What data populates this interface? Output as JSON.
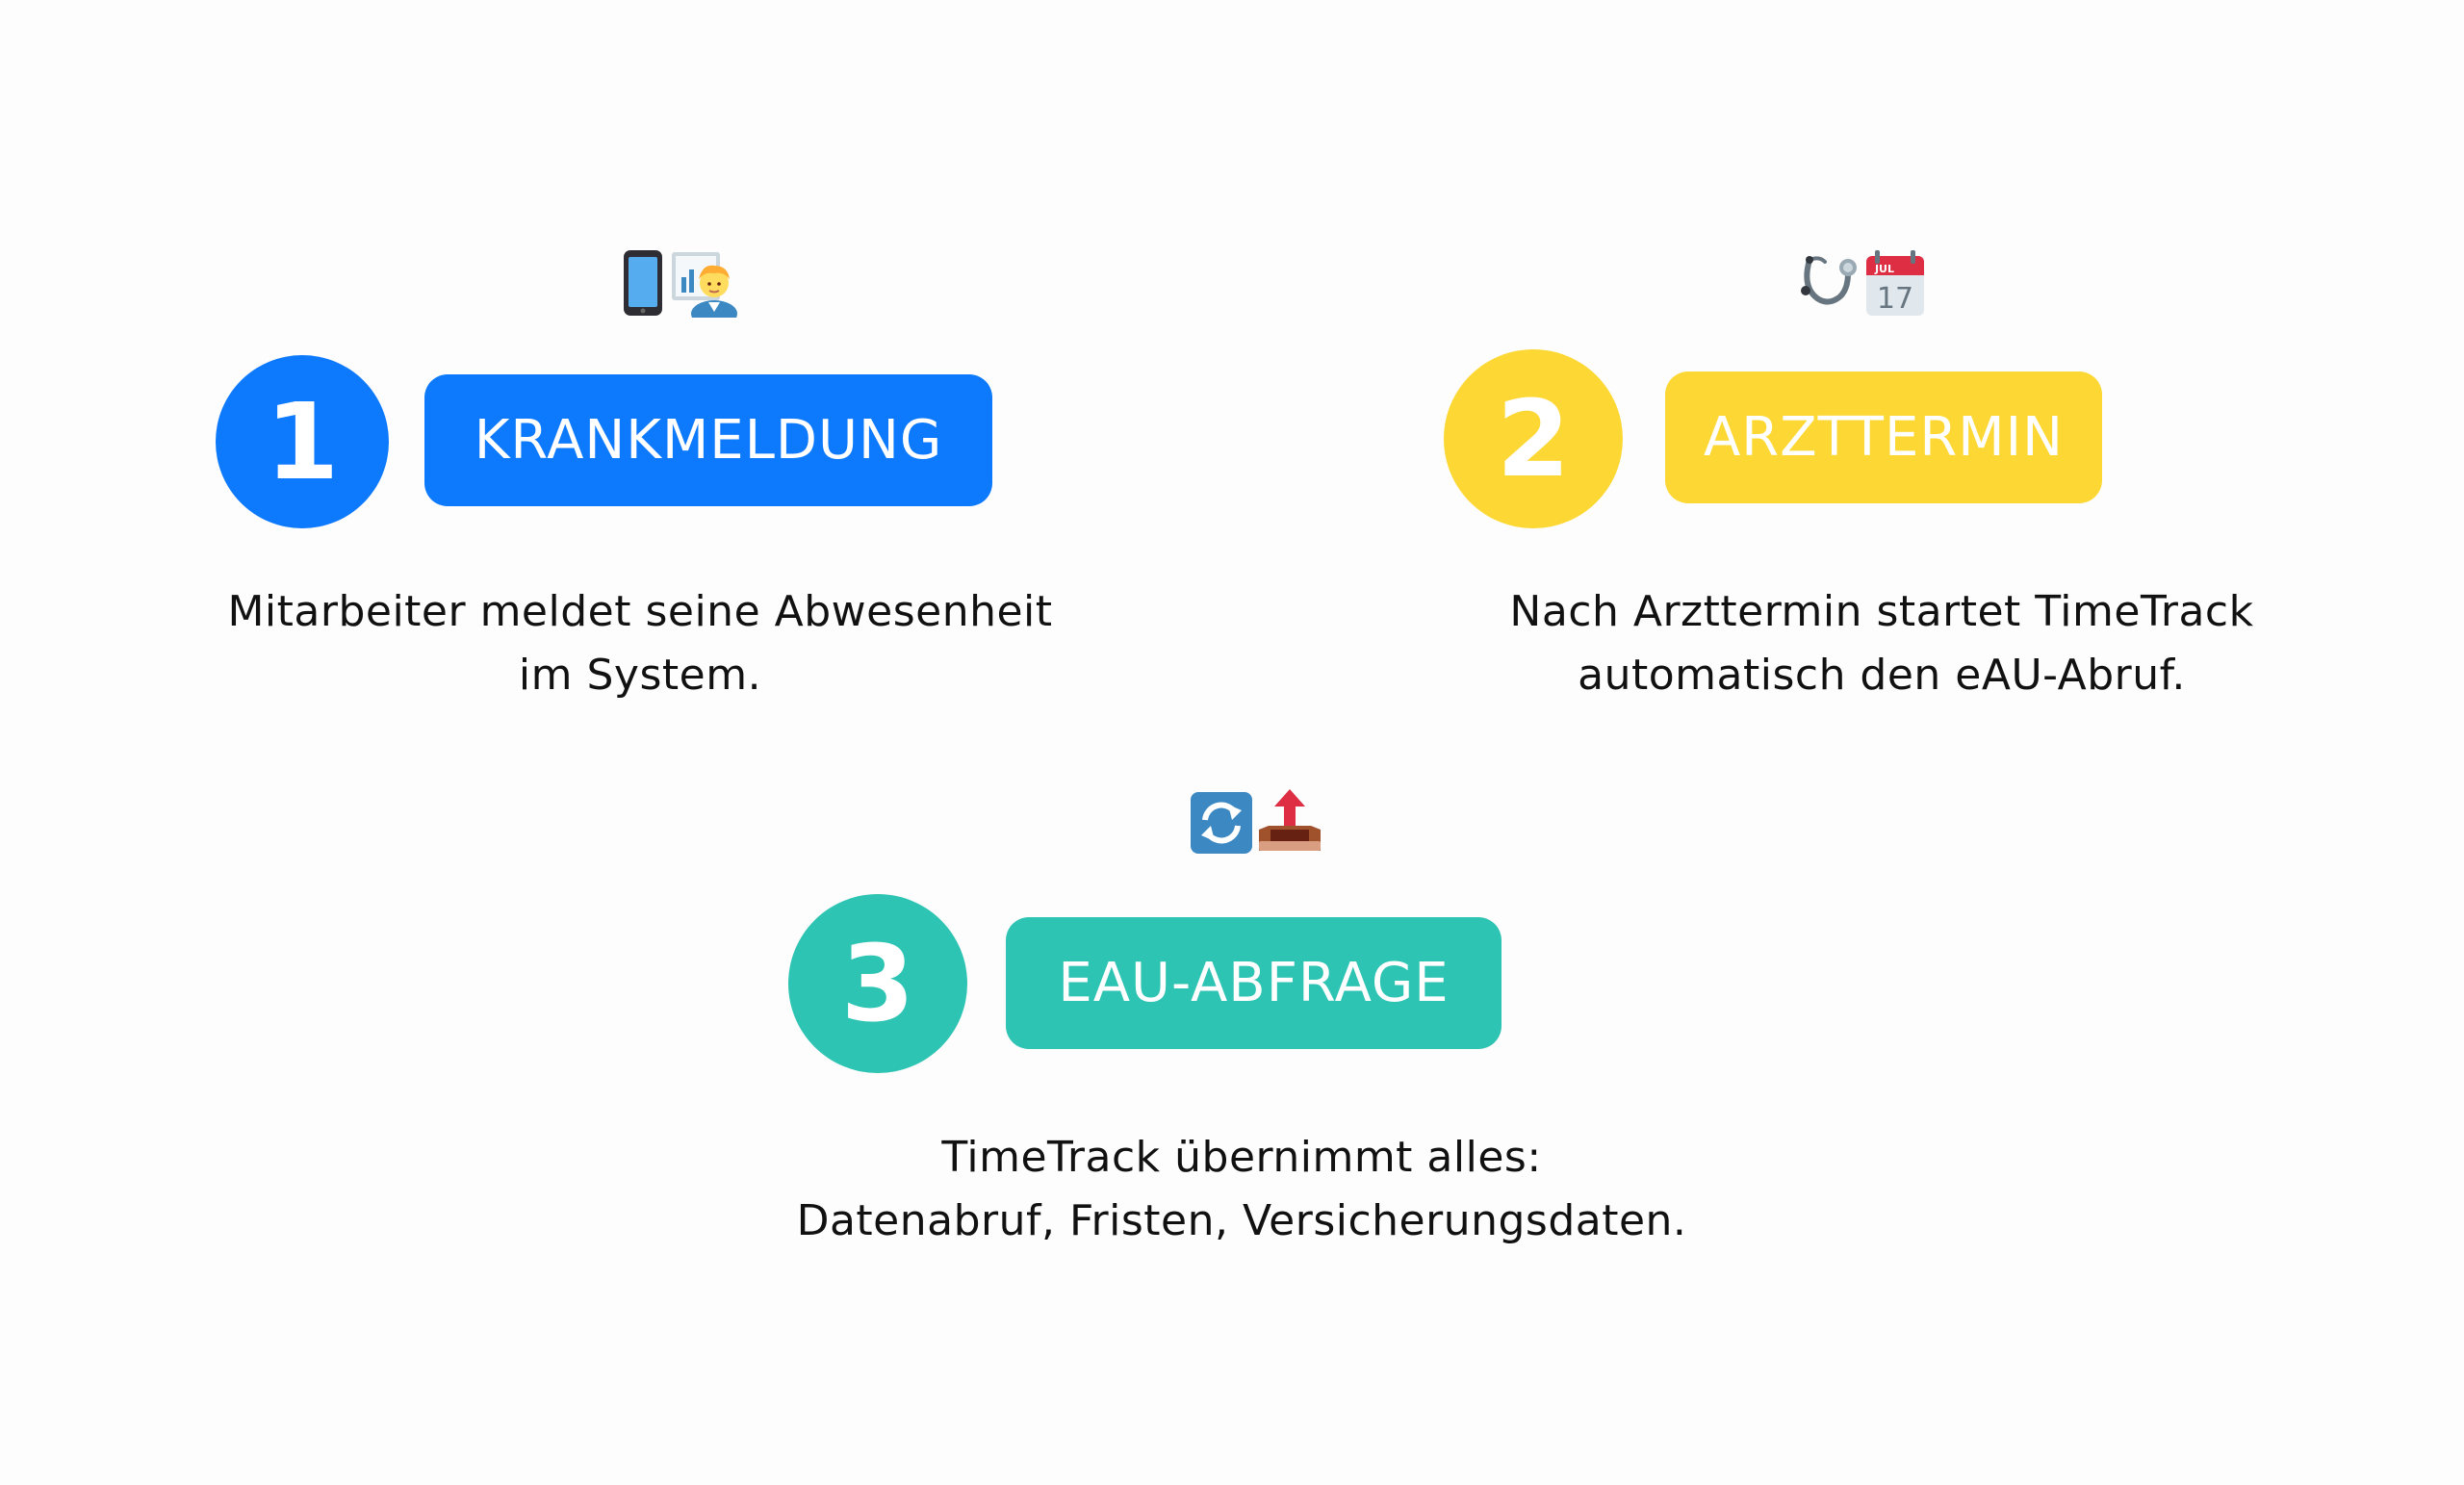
{
  "colors": {
    "step1": "#0d79fc",
    "step2": "#fdd835",
    "step3": "#2ec4b3",
    "text": "#111111",
    "background": "#fdfdfd"
  },
  "steps": [
    {
      "number": "1",
      "label": "KRANKMELDUNG",
      "icons": [
        "mobile-phone-icon",
        "office-worker-icon"
      ],
      "lines": [
        "Mitarbeiter meldet seine Abwesenheit",
        "im System."
      ]
    },
    {
      "number": "2",
      "label": "ARZTTERMIN",
      "icons": [
        "stethoscope-icon",
        "calendar-icon"
      ],
      "calendar": {
        "month": "JUL",
        "day": "17"
      },
      "lines": [
        "Nach Arzttermin startet TimeTrack",
        "automatisch den eAU-Abruf."
      ]
    },
    {
      "number": "3",
      "label": "EAU-ABFRAGE",
      "icons": [
        "refresh-icon",
        "outbox-tray-icon"
      ],
      "lines": [
        "TimeTrack übernimmt alles:",
        "Datenabruf, Fristen, Versicherungsdaten."
      ]
    }
  ]
}
